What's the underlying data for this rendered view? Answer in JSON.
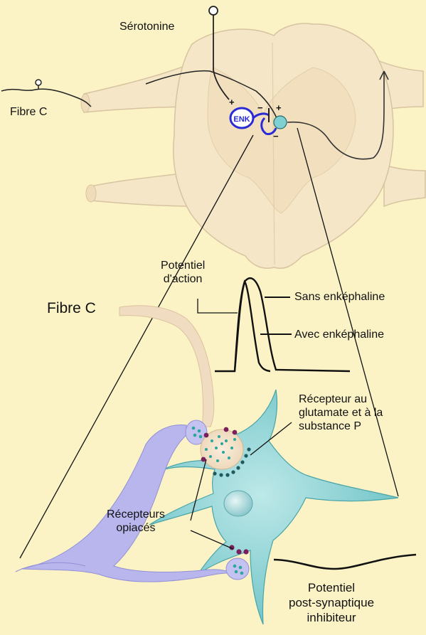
{
  "labels": {
    "serotonin": "Sérotonine",
    "fibre_c_top": "Fibre C",
    "fibre_c_bottom": "Fibre C",
    "action_potential_line1": "Potentiel",
    "action_potential_line2": "d'action",
    "without_enkephalin": "Sans enképhaline",
    "with_enkephalin": "Avec enképhaline",
    "glutamate_receptor_line1": "Récepteur au",
    "glutamate_receptor_line2": "glutamate et à la",
    "glutamate_receptor_line3": "substance P",
    "opiate_receptors_line1": "Récepteurs",
    "opiate_receptors_line2": "opiacés",
    "ipsp_line1": "Potentiel",
    "ipsp_line2": "post-synaptique",
    "ipsp_line3": "inhibiteur",
    "enk": "ENK",
    "plus": "+",
    "minus": "−"
  },
  "colors": {
    "background": "#fbf3c6",
    "spinal_cord": "#f4e6c6",
    "spinal_outline": "#d8c3a0",
    "enkephalin_neuron": "#2a2ad6",
    "relay_neuron": "#7ed0d2",
    "interneuron": "#b8b6ec",
    "fibre_c": "#f0dcc0",
    "vesicle": "#2aa69a",
    "receptor_dot": "#7a1f5c"
  }
}
